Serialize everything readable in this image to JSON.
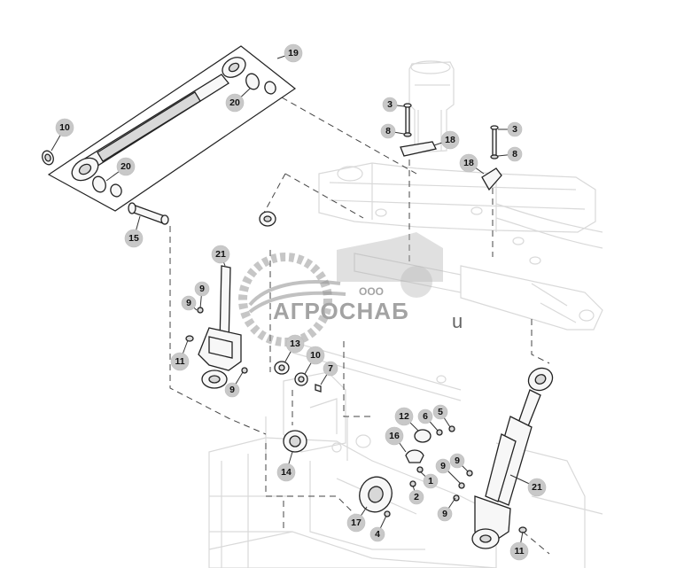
{
  "diagram": {
    "callouts": [
      {
        "id": "c19",
        "label": "19"
      },
      {
        "id": "c20a",
        "label": "20"
      },
      {
        "id": "c10a",
        "label": "10"
      },
      {
        "id": "c20b",
        "label": "20"
      },
      {
        "id": "c15",
        "label": "15"
      },
      {
        "id": "c3a",
        "label": "3"
      },
      {
        "id": "c8a",
        "label": "8"
      },
      {
        "id": "c18a",
        "label": "18"
      },
      {
        "id": "c3b",
        "label": "3"
      },
      {
        "id": "c18b",
        "label": "18"
      },
      {
        "id": "c8b",
        "label": "8"
      },
      {
        "id": "c21a",
        "label": "21"
      },
      {
        "id": "c9a",
        "label": "9"
      },
      {
        "id": "c9b",
        "label": "9"
      },
      {
        "id": "c11a",
        "label": "11"
      },
      {
        "id": "c9c",
        "label": "9"
      },
      {
        "id": "c13",
        "label": "13"
      },
      {
        "id": "c10b",
        "label": "10"
      },
      {
        "id": "c7",
        "label": "7"
      },
      {
        "id": "c12",
        "label": "12"
      },
      {
        "id": "c6",
        "label": "6"
      },
      {
        "id": "c5",
        "label": "5"
      },
      {
        "id": "c16",
        "label": "16"
      },
      {
        "id": "c1",
        "label": "1"
      },
      {
        "id": "c2",
        "label": "2"
      },
      {
        "id": "c14",
        "label": "14"
      },
      {
        "id": "c17",
        "label": "17"
      },
      {
        "id": "c4",
        "label": "4"
      },
      {
        "id": "c9d",
        "label": "9"
      },
      {
        "id": "c9e",
        "label": "9"
      },
      {
        "id": "c9f",
        "label": "9"
      },
      {
        "id": "c21b",
        "label": "21"
      },
      {
        "id": "c11b",
        "label": "11"
      }
    ]
  },
  "watermark": {
    "small_text": "ООО",
    "brand_text": "АГРОСНАБ",
    "suffix_text": "u"
  }
}
